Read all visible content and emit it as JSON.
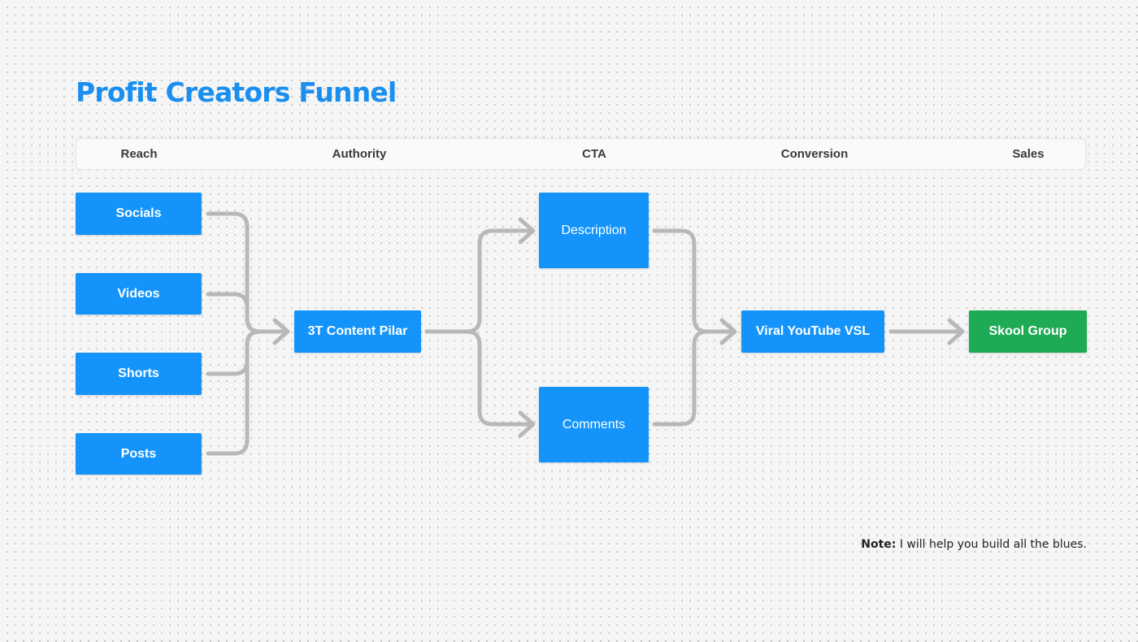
{
  "title": "Profit Creators Funnel",
  "stages": [
    "Reach",
    "Authority",
    "CTA",
    "Conversion",
    "Sales"
  ],
  "nodes": {
    "socials": "Socials",
    "videos": "Videos",
    "shorts": "Shorts",
    "posts": "Posts",
    "content_pillar": "3T Content Pilar",
    "description": "Description",
    "comments": "Comments",
    "vsl": "Viral YouTube VSL",
    "skool": "Skool Group"
  },
  "note": {
    "label": "Note:",
    "text": " I will help you build all the blues."
  },
  "colors": {
    "title": "#1a8ff0",
    "node_blue": "#1494fb",
    "node_green": "#1faa55",
    "connector": "#b8b8b8"
  }
}
